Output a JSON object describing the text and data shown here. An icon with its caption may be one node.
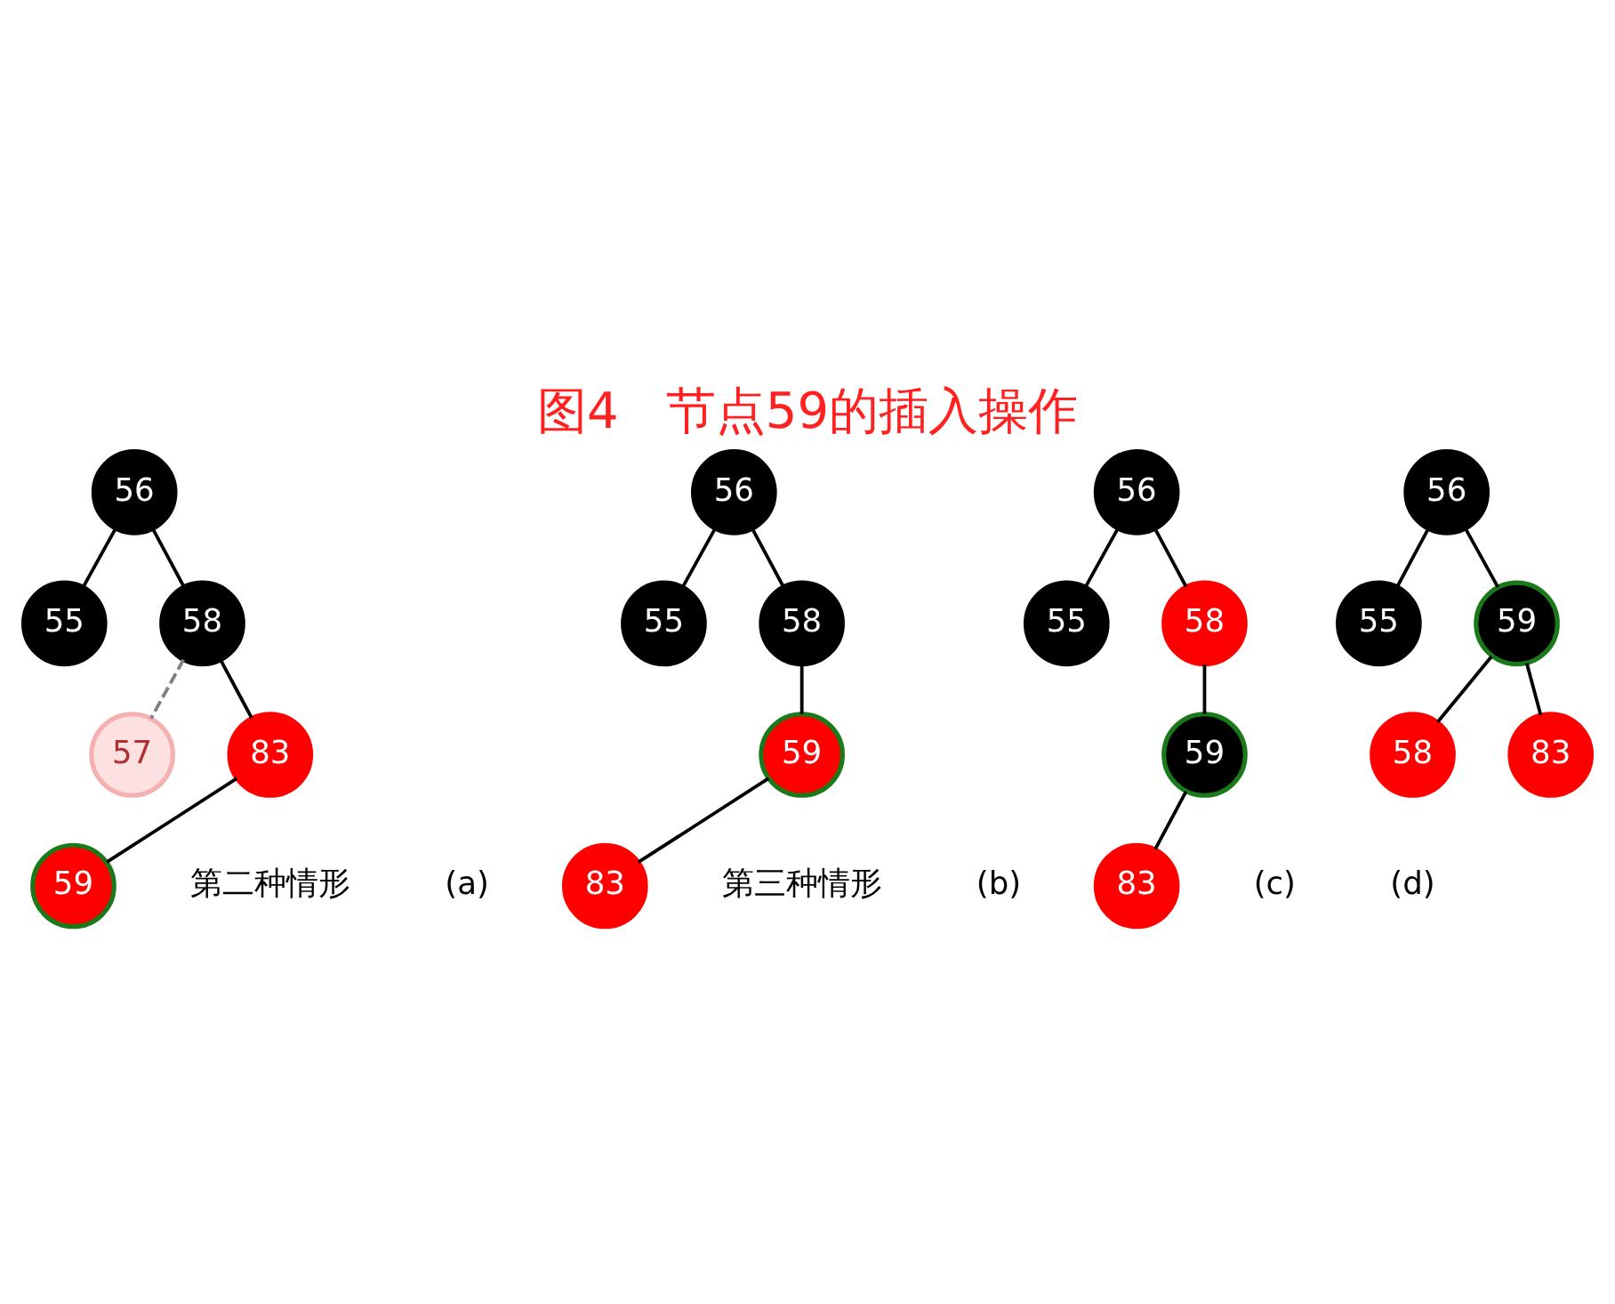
{
  "diagram": {
    "title": "图4   节点59的插入操作",
    "nodes": [
      {
        "text": [
          "56"
        ]
      },
      {
        "text": [
          "55"
        ]
      },
      {
        "text": [
          "58"
        ]
      },
      {
        "text": [
          "57"
        ]
      },
      {
        "text": [
          "83"
        ]
      },
      {
        "text": [
          "59"
        ]
      },
      {
        "text": [
          "56"
        ]
      },
      {
        "text": [
          "55"
        ]
      },
      {
        "text": [
          "58"
        ]
      },
      {
        "text": [
          "59"
        ]
      },
      {
        "text": [
          "83"
        ]
      },
      {
        "text": [
          "56"
        ]
      },
      {
        "text": [
          "55"
        ]
      },
      {
        "text": [
          "58"
        ]
      },
      {
        "text": [
          "59"
        ]
      },
      {
        "text": [
          "83"
        ]
      },
      {
        "text": [
          "56"
        ]
      },
      {
        "text": [
          "55"
        ]
      },
      {
        "text": [
          "59"
        ]
      },
      {
        "text": [
          "58"
        ]
      },
      {
        "text": [
          "83"
        ]
      }
    ],
    "edges": [
      {
        "from": 0,
        "to": 1,
        "arrow": "none"
      },
      {
        "from": 0,
        "to": 2,
        "arrow": "none"
      },
      {
        "from": 2,
        "to": 3,
        "arrow": "none",
        "style": "dashed",
        "color": "#808080"
      },
      {
        "from": 2,
        "to": 4,
        "arrow": "none"
      },
      {
        "from": 4,
        "to": 5,
        "arrow": "none"
      },
      {
        "from": 6,
        "to": 7,
        "arrow": "none"
      },
      {
        "from": 6,
        "to": 8,
        "arrow": "none"
      },
      {
        "from": 8,
        "to": 9,
        "arrow": "none"
      },
      {
        "from": 9,
        "to": 10,
        "arrow": "none"
      },
      {
        "from": 11,
        "to": 12,
        "arrow": "none"
      },
      {
        "from": 11,
        "to": 13,
        "arrow": "none"
      },
      {
        "from": 13,
        "to": 14,
        "arrow": "none"
      },
      {
        "from": 14,
        "to": 15,
        "arrow": "none"
      },
      {
        "from": 16,
        "to": 17,
        "arrow": "none"
      },
      {
        "from": 16,
        "to": 18,
        "arrow": "none"
      },
      {
        "from": 18,
        "to": 19,
        "arrow": "none"
      },
      {
        "from": 18,
        "to": 20,
        "arrow": "none"
      }
    ],
    "labels": [
      "第二种情形",
      "(a)",
      "第三种情形",
      "(b)",
      "(c)",
      "(d)"
    ]
  }
}
